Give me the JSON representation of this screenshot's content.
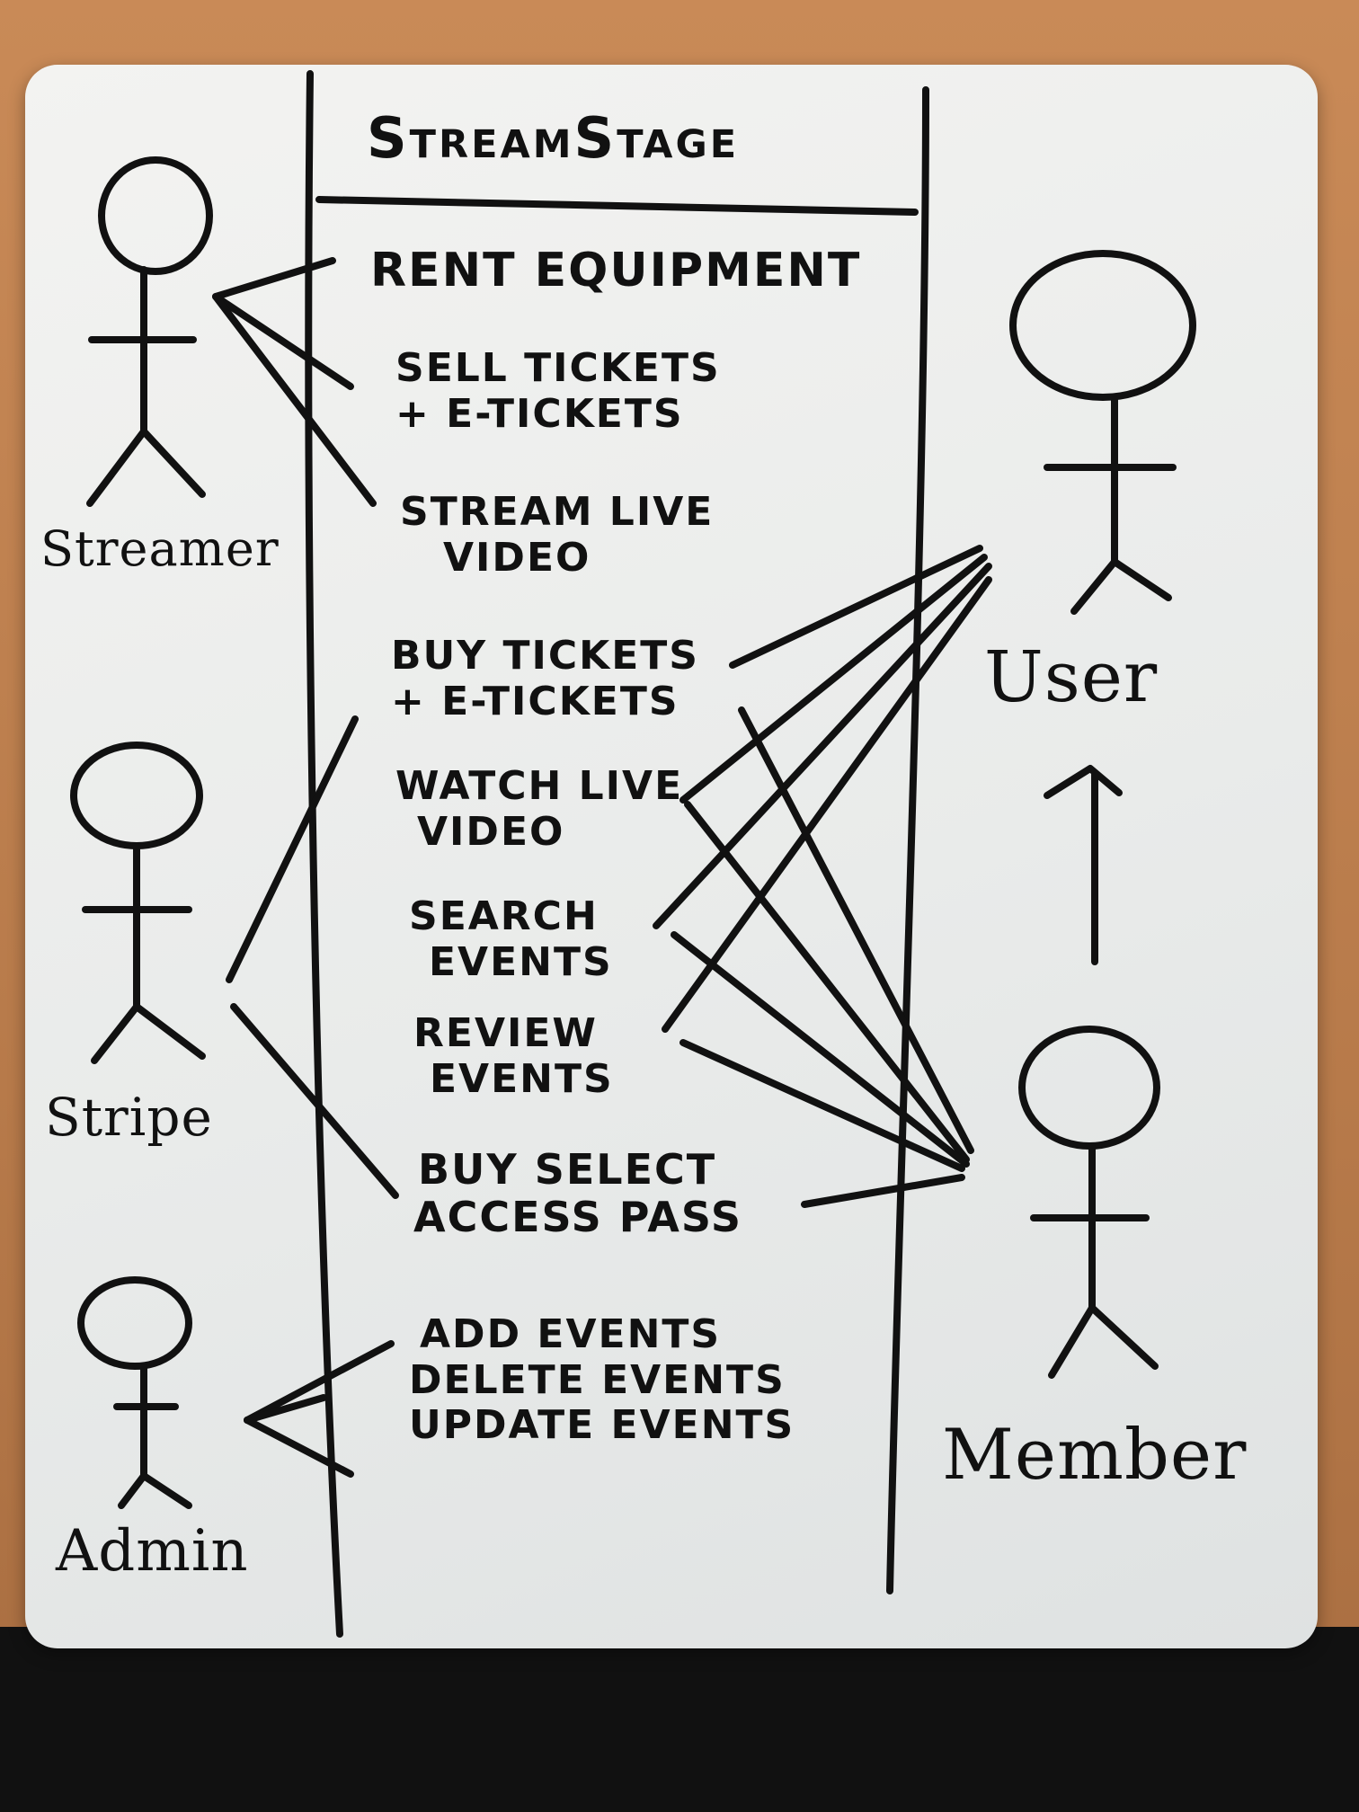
{
  "system": {
    "title": "StreamStage"
  },
  "actors": {
    "streamer": "Streamer",
    "stripe": "Stripe",
    "admin": "Admin",
    "user": "User",
    "member": "Member"
  },
  "use_cases": {
    "rent_equipment": "Rent Equipment",
    "sell_tickets": [
      "Sell Tickets",
      "+ E-Tickets"
    ],
    "stream_live_video": [
      "Stream Live",
      "Video"
    ],
    "buy_tickets": [
      "Buy Tickets",
      "+ E-Tickets"
    ],
    "watch_live_video": [
      "Watch Live",
      "Video"
    ],
    "search_events": [
      "Search",
      "Events"
    ],
    "review_events": [
      "Review",
      "Events"
    ],
    "buy_select_access_pass": [
      "Buy Select",
      "Access Pass"
    ],
    "manage_events": [
      "Add Events",
      "Delete Events",
      "Update Events"
    ]
  },
  "colors": {
    "ink": "#111111",
    "board": "#efefed",
    "desk": "#c98a57"
  }
}
